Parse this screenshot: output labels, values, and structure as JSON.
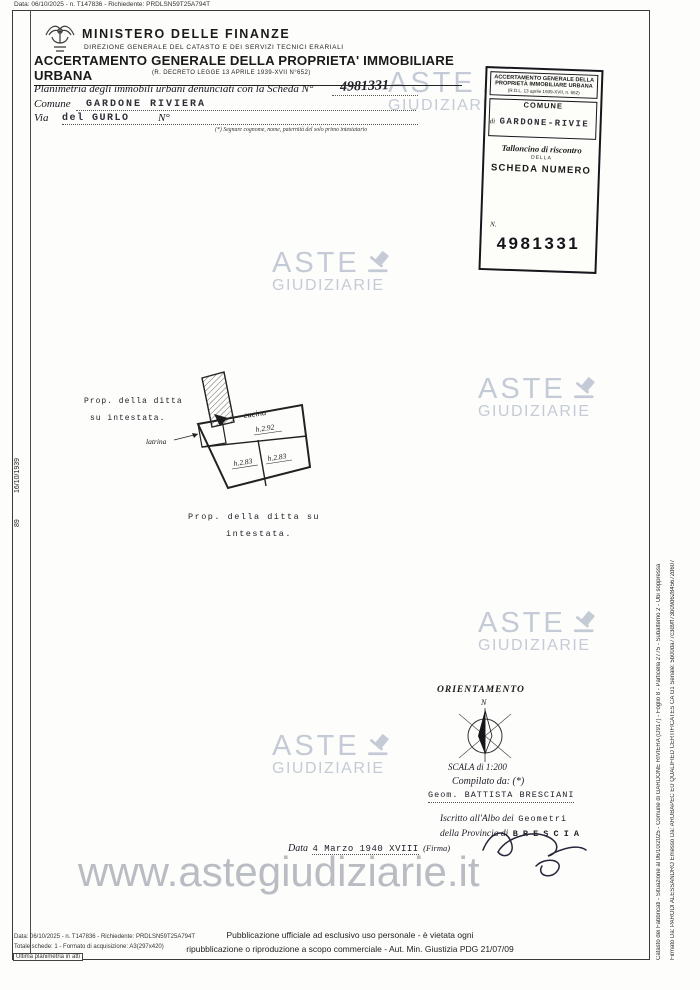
{
  "scan": {
    "top_meta": "Data: 06/10/2025 - n. T147836 - Richiedente: PRDLSN59T25A794T"
  },
  "header": {
    "ministry": "MINISTERO DELLE FINANZE",
    "direction": "DIREZIONE GENERALE DEL CATASTO E DEI SERVIZI TECNICI ERARIALI",
    "title": "ACCERTAMENTO GENERALE DELLA PROPRIETA' IMMOBILIARE URBANA",
    "subtitle": "(R. DECRETO LEGGE 13 APRILE 1939-XVII N°652)",
    "planimetria_label": "Planimetria degli immobili urbani denunciati con la Scheda N°",
    "scheda_number": "4981331",
    "comune_label": "Comune",
    "comune_value": "GARDONE RIVIERA",
    "via_label": "Via",
    "via_value": "del GURLO",
    "via_n": "N°",
    "footnote": "(*) Segnare cognome, nome, paternità del solo primo intestatario"
  },
  "stamp": {
    "line1": "ACCERTAMENTO GENERALE DELLA",
    "line2": "PROPRIETÀ IMMOBILIARE URBANA",
    "rdl": "(R.D.L. 13 aprile 1939-XVII, n. 652)",
    "comune_label": "COMUNE",
    "comune_di": "di",
    "comune_value": "GARDONE-RIVIERA",
    "talloncino": "Talloncino di riscontro",
    "della": "DELLA",
    "scheda_label": "SCHEDA NUMERO",
    "n_label": "N.",
    "numero": "4981331"
  },
  "watermark": {
    "aste": "ASTE",
    "giudiziarie": "GIUDIZIARIE",
    "url": "www.astegiudiziarie.it"
  },
  "plan": {
    "prop1_line1": "Prop. della ditta",
    "prop1_line2": "su intestata.",
    "prop2_line1": "Prop. della ditta su",
    "prop2_line2": "intestata.",
    "cucina": "cucina",
    "h_cucina": "h.2.92",
    "latrina": "latrina",
    "h_room_left": "h.2.83",
    "h_room_right": "h.2.83"
  },
  "margins": {
    "left_date": "16/10/1939",
    "left_number": "89",
    "right_line1": "Catasto dei Fabbricati - Situazione al 06/10/2025 - Comune di GARDONE RIVIERA (D917) - Foglio 8 - Particella 2775 - Subalterno 2 - Ubi soppressa",
    "right_line2": "Firmato Da: PARODI ALESSANDRO Emesso Da: ARUBAPEC EU QUALIFIED CERTIFICATES CA G1 Seriale: 5b00da77c3d9ff73b09d62845672d607"
  },
  "orientation": {
    "label": "ORIENTAMENTO",
    "north": "N",
    "scala": "SCALA di 1:200"
  },
  "signoff": {
    "compilato": "Compilato da: (*)",
    "geometra": "Geom. BATTISTA BRESCIANI",
    "iscritto_label": "Iscritto all'Albo dei",
    "iscritto_value": "Geometri",
    "provincia_label": "della Provincia di",
    "provincia_value": "B R E S C I A",
    "data_label": "Data",
    "data_value": "4 Marzo 1940 XVIII",
    "firma_label": "(Firma)"
  },
  "footer": {
    "line1": "Pubblicazione ufficiale ad esclusivo uso personale - è vietata ogni",
    "line2": "ripubblicazione o riproduzione a scopo commerciale - Aut. Min. Giustizia PDG 21/07/09",
    "meta1": "Data: 06/10/2025 - n. T147836 - Richiedente: PRDLSN59T25A794T",
    "meta2": "Totale schede: 1 - Formato di acquisizione: A3(297x420)",
    "meta3": "Ultima planimetria in atti"
  }
}
